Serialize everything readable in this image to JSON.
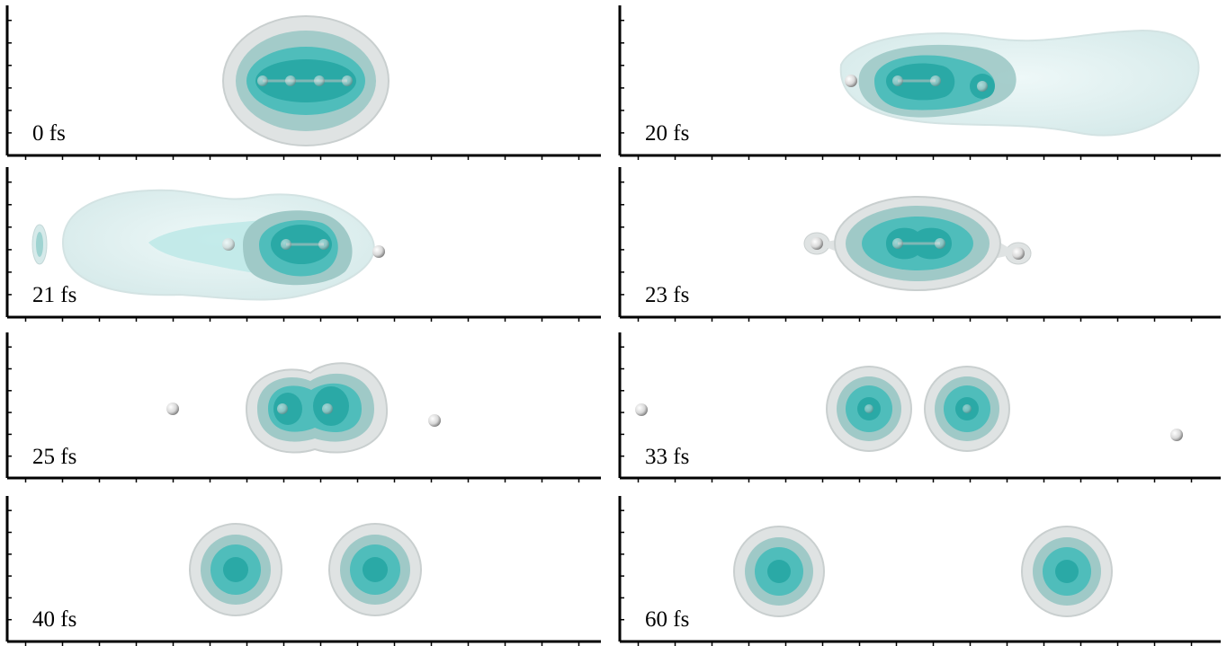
{
  "panels": [
    {
      "label": "0 fs"
    },
    {
      "label": "20 fs"
    },
    {
      "label": "21 fs"
    },
    {
      "label": "23 fs"
    },
    {
      "label": "25 fs"
    },
    {
      "label": "33 fs"
    },
    {
      "label": "40 fs"
    },
    {
      "label": "60 fs"
    }
  ],
  "colors": {
    "outer_shell": "#dfe3e3",
    "mid_shell": "#9fc9c7",
    "inner_shell": "#4fbdbb",
    "core": "#2aa9a6",
    "diffuse_cloud": "#e6f4f4",
    "frame": "#000000"
  }
}
